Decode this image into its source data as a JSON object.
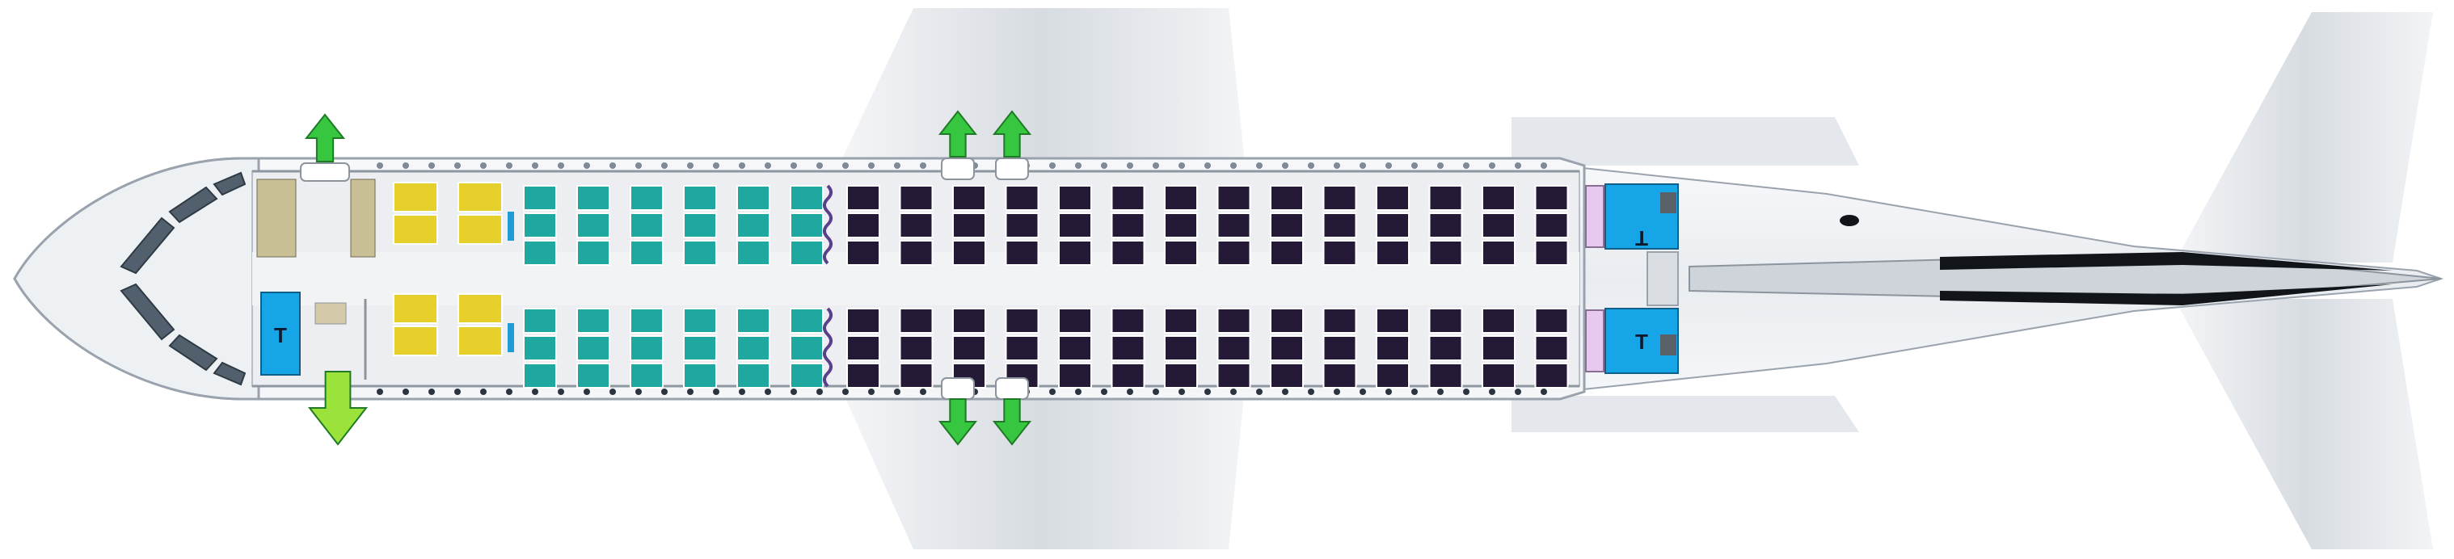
{
  "seatmap": {
    "colors": {
      "business": "#e7cf2c",
      "premium": "#1fa8a0",
      "economy": "#241937",
      "lavatory": "#16a6e8",
      "galley": "#c9bf94",
      "partition": "#e7c8ee",
      "exit_small": "#37c63f",
      "exit_main": "#9be33b",
      "fuselage": "#eef0f3",
      "wing": "#dfe3e7"
    },
    "cabin": {
      "business_rows_per_side": 2,
      "premium_rows_per_side": 6,
      "economy_rows_per_side": 14
    },
    "lavatories": [
      {
        "id": "lav-front",
        "label": "T"
      },
      {
        "id": "lav-rear-upper",
        "label": "T"
      },
      {
        "id": "lav-rear-lower",
        "label": "T"
      }
    ],
    "exits": [
      {
        "id": "exit-front-left",
        "kind": "small",
        "direction": "up"
      },
      {
        "id": "exit-front-right",
        "kind": "main",
        "direction": "down"
      },
      {
        "id": "exit-overwing-1-left",
        "kind": "small",
        "direction": "up"
      },
      {
        "id": "exit-overwing-2-left",
        "kind": "small",
        "direction": "up"
      },
      {
        "id": "exit-overwing-1-right",
        "kind": "small",
        "direction": "down"
      },
      {
        "id": "exit-overwing-2-right",
        "kind": "small",
        "direction": "down"
      }
    ]
  }
}
